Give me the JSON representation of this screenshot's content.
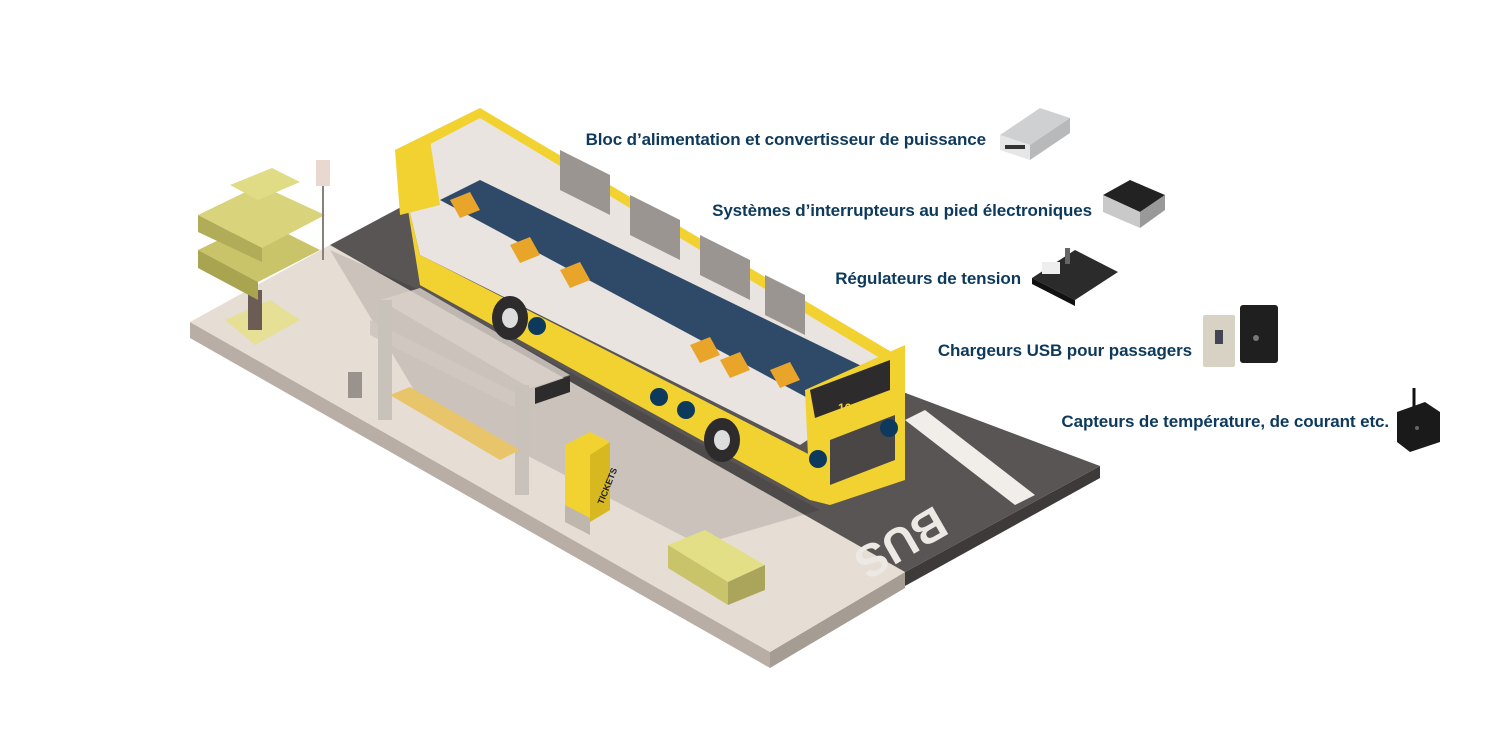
{
  "colors": {
    "label_text": "#0d3a5c",
    "hotspot": "#0d3a5c",
    "bus_yellow": "#f2d230",
    "road": "#5a5555",
    "sidewalk": "#e6ddd5"
  },
  "illustration": {
    "road_marking": "BUS",
    "ticket_machine": "TICKETS",
    "bus_route_number": "16"
  },
  "components": [
    {
      "label": "Bloc d’alimentation et convertisseur de puissance",
      "icon": "power-converter-icon"
    },
    {
      "label": "Systèmes d’interrupteurs au pied électroniques",
      "icon": "foot-switch-icon"
    },
    {
      "label": "Régulateurs de tension",
      "icon": "voltage-regulator-icon"
    },
    {
      "label": "Chargeurs USB pour passagers",
      "icon": "usb-charger-icon"
    },
    {
      "label": "Capteurs de température, de courant etc.",
      "icon": "sensor-icon"
    }
  ]
}
